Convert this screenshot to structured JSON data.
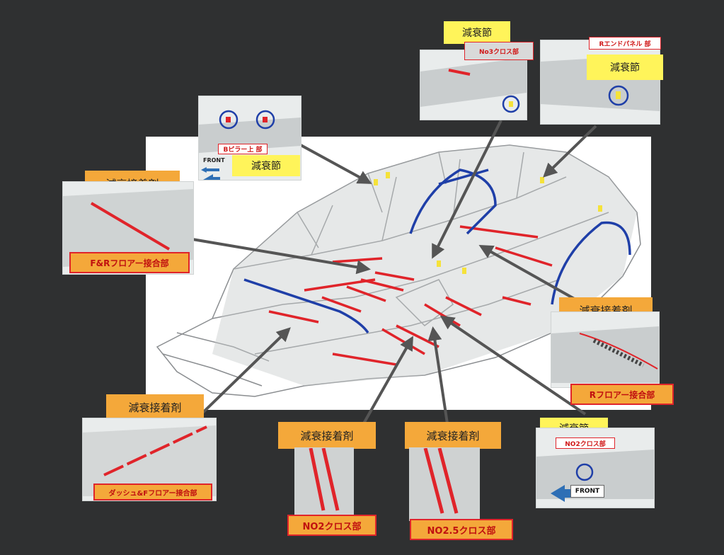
{
  "labels": {
    "pillar_tag": "Bピラー上 部",
    "pillar_callout": "減衰節",
    "front_small": "FRONT",
    "no3_callout": "減衰節",
    "no3_tag": "No3クロス部",
    "rend_tag": "Rエンドパネル 部",
    "rend_callout": "減衰節",
    "fr_floor_callout": "減衰接着剤",
    "fr_floor_tag": "F&Rフロアー接合部",
    "rfloor_callout": "減衰接着剤",
    "rfloor_tag": "Rフロアー接合部",
    "dash_callout": "減衰接着剤",
    "dash_tag": "ダッシュ&Fフロアー接合部",
    "no2cross_callout": "減衰接着剤",
    "no2cross_tag": "NO2クロス部",
    "no25_callout": "減衰接着剤",
    "no25_tag": "NO2.5クロス部",
    "no2node_callout": "減衰節",
    "no2node_tag": "NO2クロス部",
    "front_tag": "FRONT"
  },
  "colors": {
    "background": "#2f3031",
    "adhesive_red": "#e0242a",
    "node_blue": "#1f3fa8",
    "node_yellow": "#fff45a",
    "callout_orange": "#f4a83a",
    "arrow_gray": "#555555"
  }
}
